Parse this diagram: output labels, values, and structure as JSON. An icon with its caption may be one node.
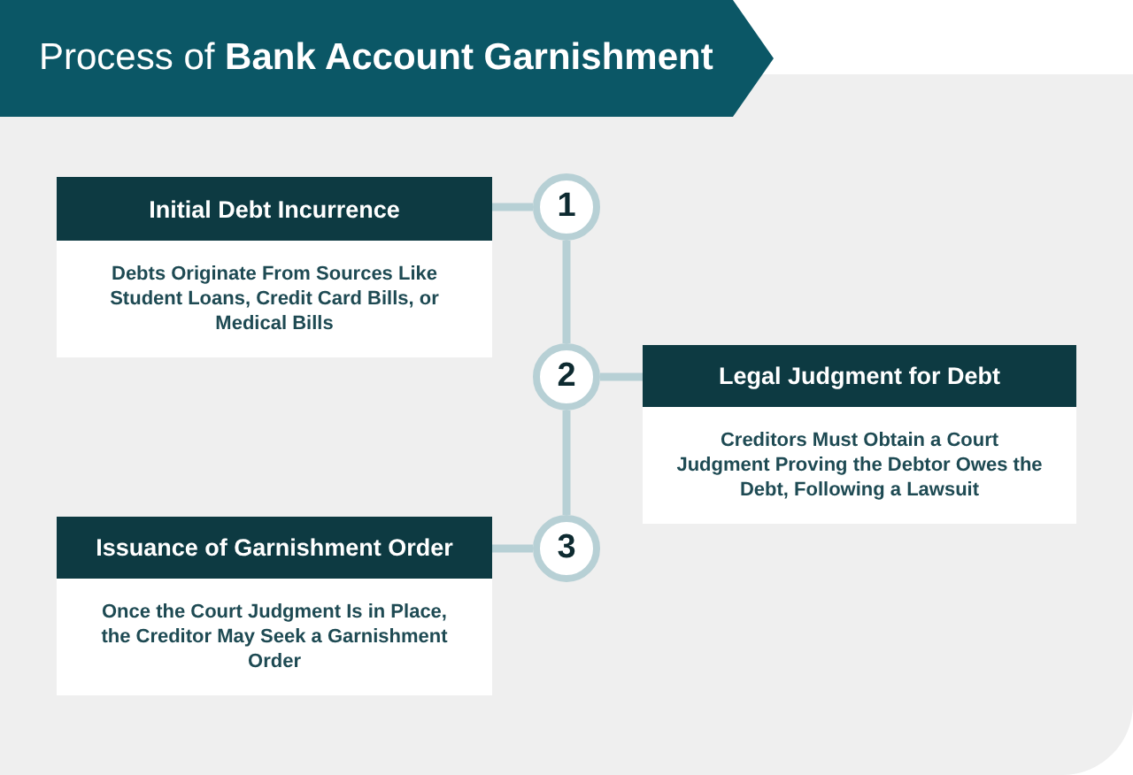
{
  "diagram": {
    "title": "Process of **Bank Account Garnishment**",
    "nodes": [
      {
        "text": [
          "Initial Debt Incurrence",
          "Debts Originate From Sources Like Student Loans, Credit Card Bills, or Medical Bills"
        ]
      },
      {
        "text": [
          "1"
        ]
      },
      {
        "text": [
          "2"
        ]
      },
      {
        "text": [
          "Legal Judgment for Debt",
          "Creditors Must Obtain a Court Judgment Proving the Debtor Owes the Debt, Following a Lawsuit"
        ]
      },
      {
        "text": [
          "3"
        ]
      },
      {
        "text": [
          "Issuance of Garnishment Order",
          "Once the Court Judgment Is in Place, the Creditor May Seek a Garnishment Order"
        ]
      }
    ],
    "edges": [
      {
        "from": 0,
        "to": 1,
        "arrow": "none"
      },
      {
        "from": 1,
        "to": 2,
        "arrow": "none"
      },
      {
        "from": 2,
        "to": 3,
        "arrow": "none"
      },
      {
        "from": 2,
        "to": 4,
        "arrow": "none"
      },
      {
        "from": 4,
        "to": 5,
        "arrow": "none"
      }
    ]
  }
}
